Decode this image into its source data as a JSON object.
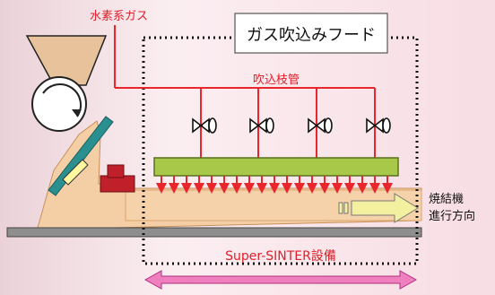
{
  "labels": {
    "hydrogen_gas": "水素系ガス",
    "gas_hood": "ガス吹込みフード",
    "injection_pipe": "吹込枝管",
    "sinter_direction_line1": "焼結機",
    "sinter_direction_line2": "進行方向",
    "equipment": "Super-SINTER設備"
  },
  "colors": {
    "background": "#f6e6ea",
    "pipe": "#e8262b",
    "label_red": "#e0202a",
    "sinter_bed": "#f4cfa5",
    "hood_bar": "#a8c84a",
    "arrow_fill": "#f3f0a0",
    "span_arrow": "#f07fc0",
    "rail": "#8e8e8e",
    "hopper": "#d4a066",
    "feed_block": "#c0202a",
    "ramp": "#2a8f8f"
  },
  "icons": [
    "drum-rotation-icon",
    "valve-icon"
  ]
}
